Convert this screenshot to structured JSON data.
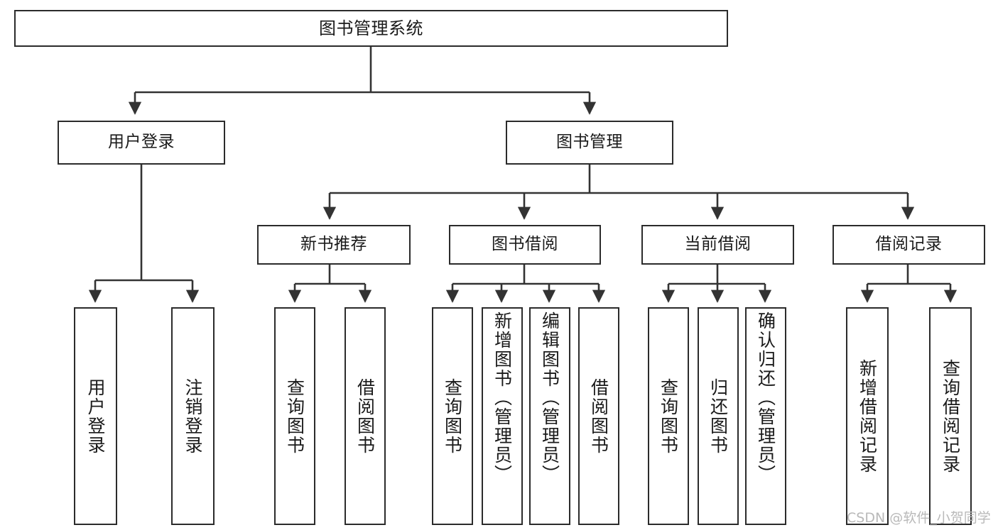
{
  "diagram": {
    "title": "图书管理系统",
    "type": "hierarchy-tree",
    "watermark": "CSDN @软件_小贺同学",
    "colors": {
      "stroke": "#2b2b2b",
      "fill": "#ffffff",
      "text": "#1a1a1a",
      "watermark": "#b9b9b9"
    },
    "levels": {
      "root": {
        "label": "图书管理系统"
      },
      "level1": [
        {
          "id": "user-login",
          "label": "用户登录"
        },
        {
          "id": "book-manage",
          "label": "图书管理"
        }
      ],
      "level2": [
        {
          "id": "new-book-rec",
          "label": "新书推荐"
        },
        {
          "id": "book-borrow",
          "label": "图书借阅"
        },
        {
          "id": "current-borrow",
          "label": "当前借阅"
        },
        {
          "id": "borrow-record",
          "label": "借阅记录"
        }
      ],
      "leaves": [
        {
          "id": "leaf-user-login",
          "parent": "user-login",
          "label": "用户登录"
        },
        {
          "id": "leaf-logout",
          "parent": "user-login",
          "label": "注销登录"
        },
        {
          "id": "leaf-query-book-1",
          "parent": "new-book-rec",
          "label": "查询图书"
        },
        {
          "id": "leaf-borrow-book-1",
          "parent": "new-book-rec",
          "label": "借阅图书"
        },
        {
          "id": "leaf-query-book-2",
          "parent": "book-borrow",
          "label": "查询图书"
        },
        {
          "id": "leaf-add-book",
          "parent": "book-borrow",
          "label": "新增图书（管理员）"
        },
        {
          "id": "leaf-edit-book",
          "parent": "book-borrow",
          "label": "编辑图书（管理员）"
        },
        {
          "id": "leaf-borrow-book-2",
          "parent": "book-borrow",
          "label": "借阅图书"
        },
        {
          "id": "leaf-query-book-3",
          "parent": "current-borrow",
          "label": "查询图书"
        },
        {
          "id": "leaf-return-book",
          "parent": "current-borrow",
          "label": "归还图书"
        },
        {
          "id": "leaf-confirm-return",
          "parent": "current-borrow",
          "label": "确认归还（管理员）"
        },
        {
          "id": "leaf-add-record",
          "parent": "borrow-record",
          "label": "新增借阅记录"
        },
        {
          "id": "leaf-query-record",
          "parent": "borrow-record",
          "label": "查询借阅记录"
        }
      ]
    }
  }
}
